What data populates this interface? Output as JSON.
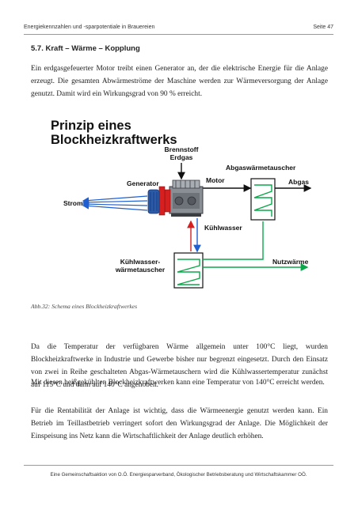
{
  "header": {
    "left": "Energiekennzahlen und -sparpotentiale in Brauereien",
    "right": "Seite 47"
  },
  "section_title": "5.7. Kraft – Wärme – Kopplung",
  "paragraph1": "Ein erdgasgefeuerter Motor treibt einen Generator an, der die elektrische Energie für die Anlage erzeugt. Die gesamten Abwärmeströme der Maschine werden zur Wärmeversorgung der Anlage genutzt. Damit wird ein Wirkungsgrad von 90 % erreicht.",
  "figure": {
    "title_line1": "Prinzip eines",
    "title_line2": "Blockheizkraftwerks",
    "brennstoff": "Brennstoff",
    "erdgas": "Erdgas",
    "motor": "Motor",
    "generator": "Generator",
    "strom": "Strom",
    "abgaswaermetauscher": "Abgaswärmetauscher",
    "abgas": "Abgas",
    "kuehlwasser": "Kühlwasser",
    "kuehlwasser_wt_line1": "Kühlwasser-",
    "kuehlwasser_wt_line2": "wärmetauscher",
    "nutzwaerme": "Nutzwärme",
    "colors": {
      "blue": "#1f5fd0",
      "red": "#d62020",
      "green": "#0aa84a",
      "black": "#111111"
    }
  },
  "caption": "Abb.32: Schema eines Blockheizkraftwerkes",
  "paragraph2": "Da die Temperatur der verfügbaren Wärme allgemein unter 100°C liegt, wurden Blockheizkraftwerke in Industrie und Gewerbe bisher nur begrenzt eingesetzt. Durch den Einsatz von zwei in Reihe geschalteten Abgas-Wärmetauschern wird die Kühlwassertemperatur zunächst auf 115°C und dann auf 140°C angehoben.",
  "paragraph3": "Mit diesen heißgekühlten Blockheizkraftwerken kann eine Temperatur von 140°C erreicht werden.",
  "paragraph4": "Für die Rentabilität der Anlage ist wichtig, dass die Wärmeenergie genutzt werden kann. Ein Betrieb im Teillastbetrieb verringert sofort den Wirkungsgrad der Anlage. Die Möglichkeit der Einspeisung ins Netz kann die Wirtschaftlichkeit der Anlage deutlich erhöhen.",
  "footer": "Eine Gemeinschaftsaktion von O.Ö. Energiesparverband, Ökologischer Betriebsberatung und Wirtschaftskammer OÖ."
}
